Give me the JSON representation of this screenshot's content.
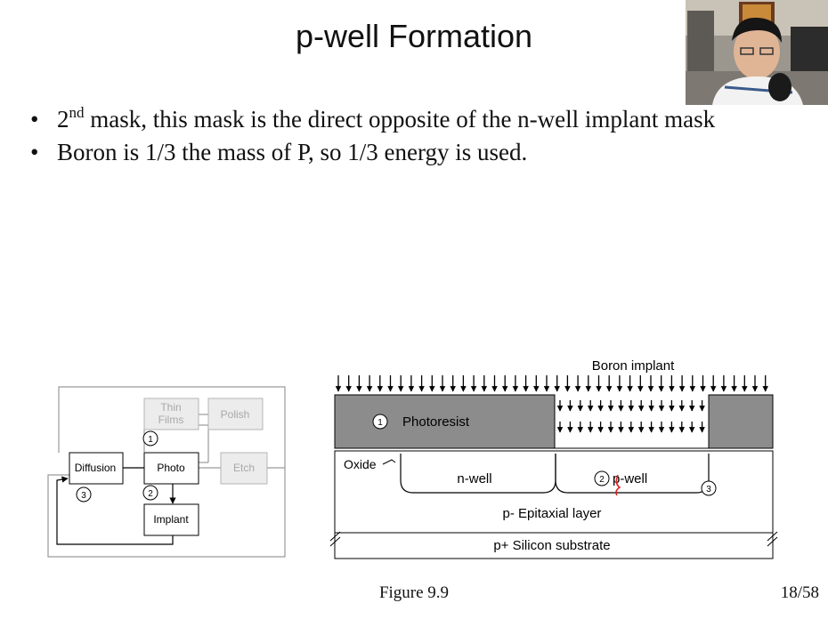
{
  "slide": {
    "title": "p-well Formation",
    "bullets": [
      {
        "ordinal": "2",
        "superscript": "nd",
        "text": " mask, this mask is the direct opposite of the n-well implant mask"
      },
      {
        "text": "Boron is 1/3 the mass of P, so 1/3 energy is used."
      }
    ],
    "figure_caption": "Figure 9.9",
    "page_number": "18/58"
  },
  "flow_diagram": {
    "thin_films": [
      "Thin",
      "Films"
    ],
    "polish": "Polish",
    "diffusion": "Diffusion",
    "photo": "Photo",
    "etch": "Etch",
    "implant": "Implant",
    "markers": [
      "1",
      "2",
      "3"
    ]
  },
  "cross_section": {
    "boron_implant": "Boron implant",
    "photoresist": "Photoresist",
    "oxide": "Oxide",
    "n_well": "n-well",
    "p_well": "p-well",
    "epitaxial": "p- Epitaxial layer",
    "substrate": "p+ Silicon substrate",
    "markers": [
      "1",
      "2",
      "3"
    ]
  }
}
